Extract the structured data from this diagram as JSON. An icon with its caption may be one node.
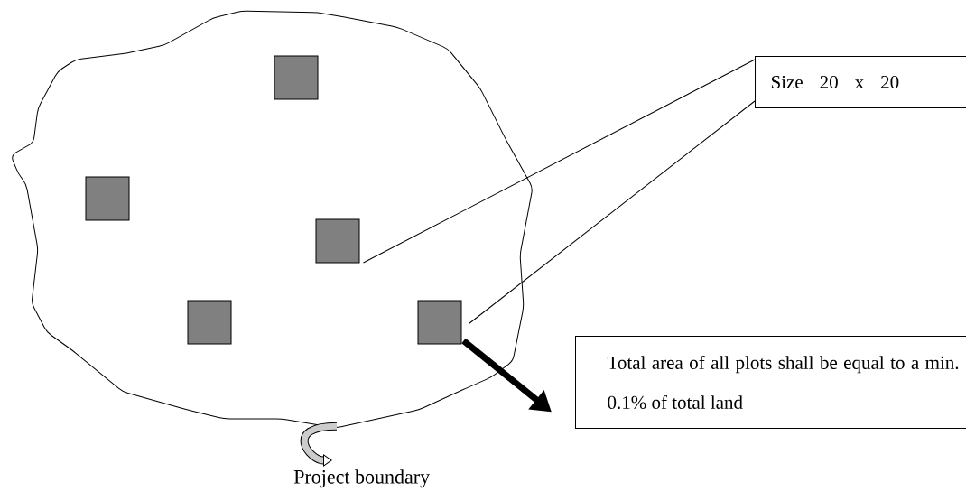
{
  "diagram": {
    "nodes": [
      {
        "text": [],
        "shape": "cloud"
      },
      {
        "text": [],
        "shape": "box",
        "in": 0
      },
      {
        "text": [],
        "shape": "box",
        "in": 0
      },
      {
        "text": [],
        "shape": "box",
        "in": 0
      },
      {
        "text": [],
        "shape": "box",
        "in": 0
      },
      {
        "text": [],
        "shape": "box",
        "in": 0
      },
      {
        "text": [
          "Size 20 x 20"
        ]
      },
      {
        "text": [
          "Total area of all plots shall be equal to a min. 0.1% of total land"
        ]
      },
      {
        "text": [
          "Project boundary"
        ]
      }
    ],
    "edges": [
      {
        "from": 6,
        "to": 3,
        "arrow": "none"
      },
      {
        "from": 6,
        "to": 5,
        "arrow": "none"
      },
      {
        "from": 5,
        "to": 7,
        "arrow": "to",
        "style": "thick"
      },
      {
        "from": 0,
        "to": 8,
        "arrow": "to",
        "style": "thick"
      }
    ]
  }
}
